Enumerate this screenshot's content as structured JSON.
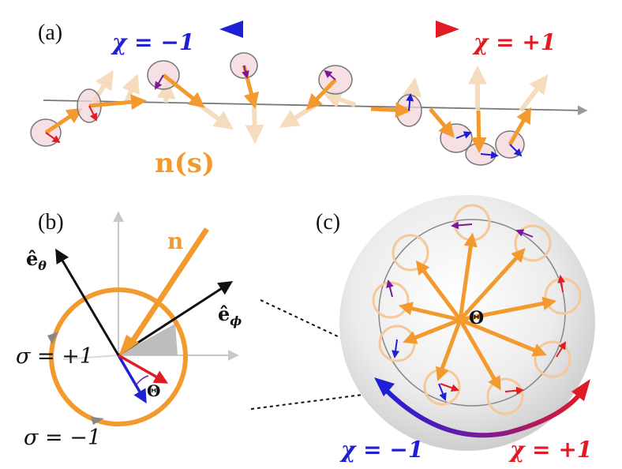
{
  "panels": {
    "a": {
      "label": "(a)",
      "chi_left": "χ = −1",
      "chi_right": "χ = +1",
      "curve_label": "n(s)"
    },
    "b": {
      "label": "(b)",
      "n_label": "n",
      "e_theta": "ê",
      "e_theta_sub": "θ",
      "e_phi": "ê",
      "e_phi_sub": "ϕ",
      "sigma_plus": "σ = +1",
      "sigma_minus": "σ = −1",
      "theta_label": "Θ"
    },
    "c": {
      "label": "(c)",
      "theta_label": "Θ",
      "chi_left": "χ = −1",
      "chi_right": "χ = +1"
    }
  },
  "colors": {
    "orange": "#f39a2e",
    "blue": "#1f1fd6",
    "red": "#e01b24",
    "purple": "#7a1a9a",
    "black": "#111111",
    "gray": "#9a9a9a"
  }
}
